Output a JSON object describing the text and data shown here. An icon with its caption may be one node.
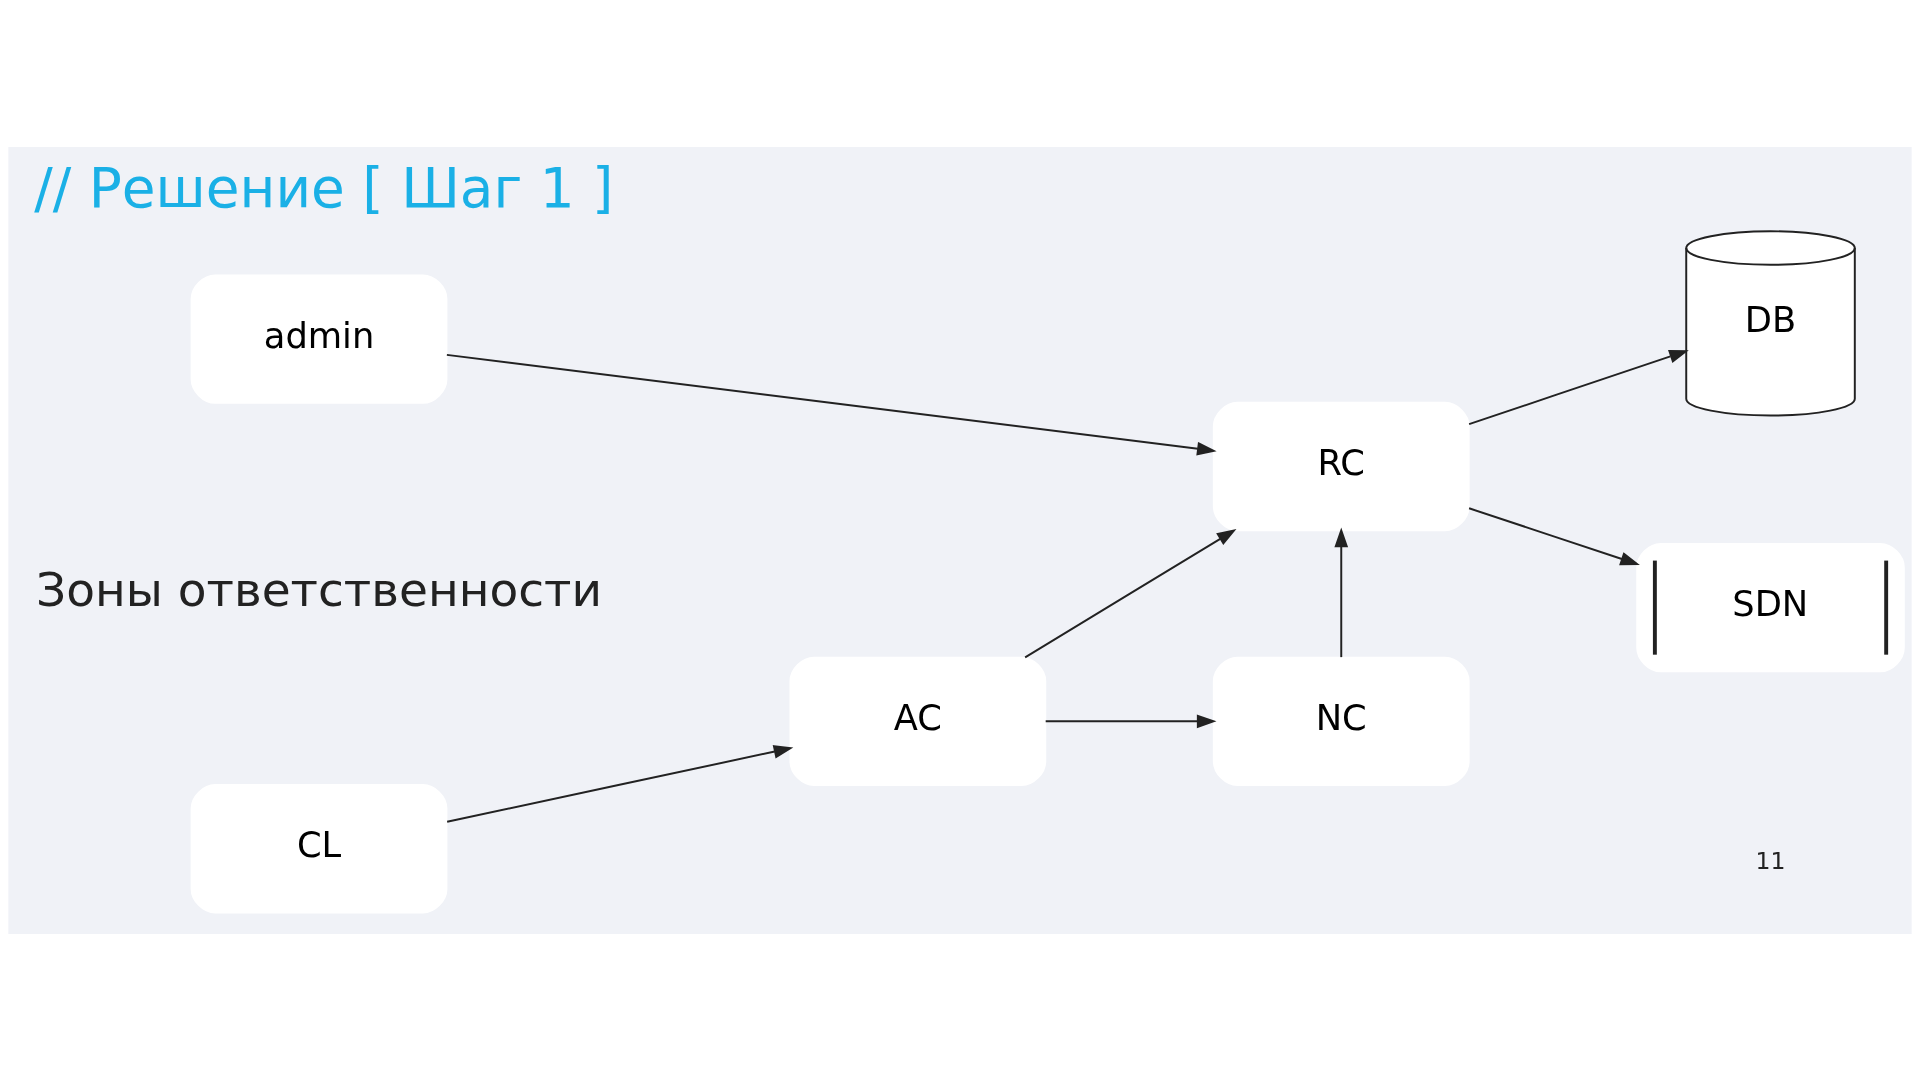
{
  "diagram": {
    "title": "// Решение [ Шаг 1 ]",
    "nodes": [
      {
        "text": [
          "NC"
        ]
      },
      {
        "text": [
          "DB"
        ]
      },
      {
        "text": [
          "CL"
        ]
      },
      {
        "text": [
          "AC"
        ]
      },
      {
        "text": [
          "SDN"
        ]
      },
      {
        "text": [
          "admin"
        ]
      },
      {
        "text": [
          "RC"
        ]
      }
    ],
    "edges": [
      {
        "from": 2,
        "to": 3,
        "arrow": "to"
      },
      {
        "from": 3,
        "to": 0,
        "arrow": "to"
      },
      {
        "from": 3,
        "to": 6,
        "arrow": "to"
      },
      {
        "from": 0,
        "to": 6,
        "arrow": "to"
      },
      {
        "from": 5,
        "to": 6,
        "arrow": "to"
      },
      {
        "from": 6,
        "to": 1,
        "arrow": "to"
      },
      {
        "from": 6,
        "to": 4,
        "arrow": "to"
      }
    ],
    "labels": [
      "Зоны ответственности",
      "11"
    ]
  }
}
